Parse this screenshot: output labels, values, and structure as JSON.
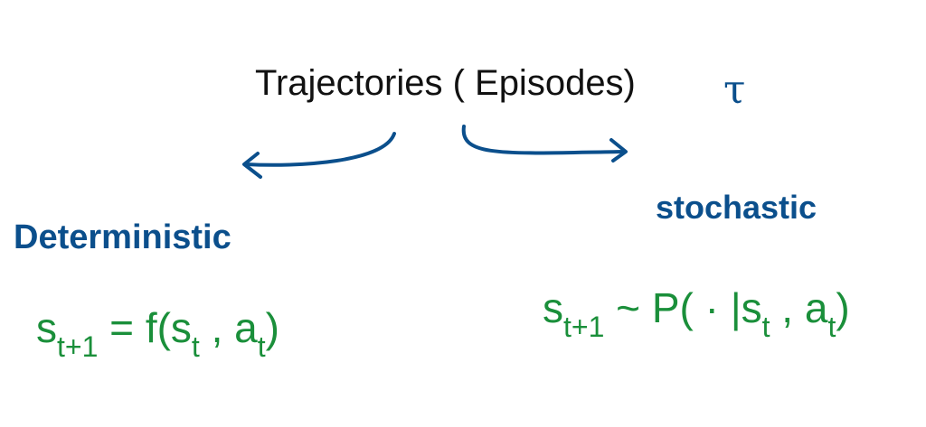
{
  "title": "Trajectories ( Episodes)",
  "symbol": "τ",
  "branches": {
    "left": {
      "label": "Deterministic",
      "equation": {
        "lhs": "s",
        "lhs_sub": "t+1",
        "op": " = ",
        "func_open": "f(s",
        "arg1_sub": "t",
        "sep": " , a",
        "arg2_sub": "t",
        "close": ")"
      }
    },
    "right": {
      "label": "stochastic",
      "equation": {
        "lhs": "s",
        "lhs_sub": "t+1",
        "op": " ~ ",
        "func_open": "P( · |s",
        "arg1_sub": "t",
        "sep": " , a",
        "arg2_sub": "t",
        "close": ")"
      }
    }
  },
  "colors": {
    "title": "#111111",
    "labels": "#0b4f8c",
    "equations": "#1a8f3a"
  }
}
